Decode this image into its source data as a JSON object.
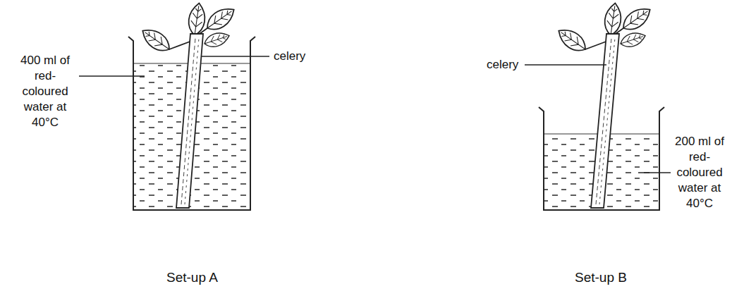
{
  "diagram": {
    "labels": [
      "celery",
      "400 ml of red- coloured water at 40°C",
      "Set-up A",
      "celery",
      "200 ml of red- coloured water at 40°C",
      "Set-up B"
    ]
  }
}
